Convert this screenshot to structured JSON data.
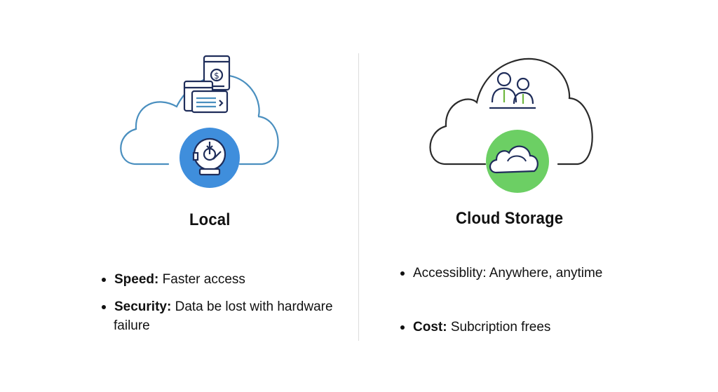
{
  "colors": {
    "local_cloud_outline": "#4a8fbf",
    "local_circle": "#3f8edc",
    "cloud_outline": "#2a2a2a",
    "cloud_circle": "#6ccf64",
    "icon_navy": "#1f2d5a",
    "icon_green": "#6fb83f",
    "divider": "#dcdcdc"
  },
  "left": {
    "heading": "Local",
    "icons": [
      "server-dollar-icon",
      "browser-window-icon",
      "hard-drive-icon"
    ],
    "bullets": [
      {
        "label": "Speed:",
        "text": "Faster access"
      },
      {
        "label": "Security:",
        "text_line1": "Data be lost with hardware",
        "text_line2": "failure"
      }
    ]
  },
  "right": {
    "heading": "Cloud Storage",
    "icons": [
      "users-icon",
      "cloud-icon"
    ],
    "bullets": [
      {
        "label": "",
        "text": "Accessiblity: Anywhere, anytime"
      },
      {
        "label": "Cost:",
        "text": "Subcription frees"
      }
    ]
  }
}
